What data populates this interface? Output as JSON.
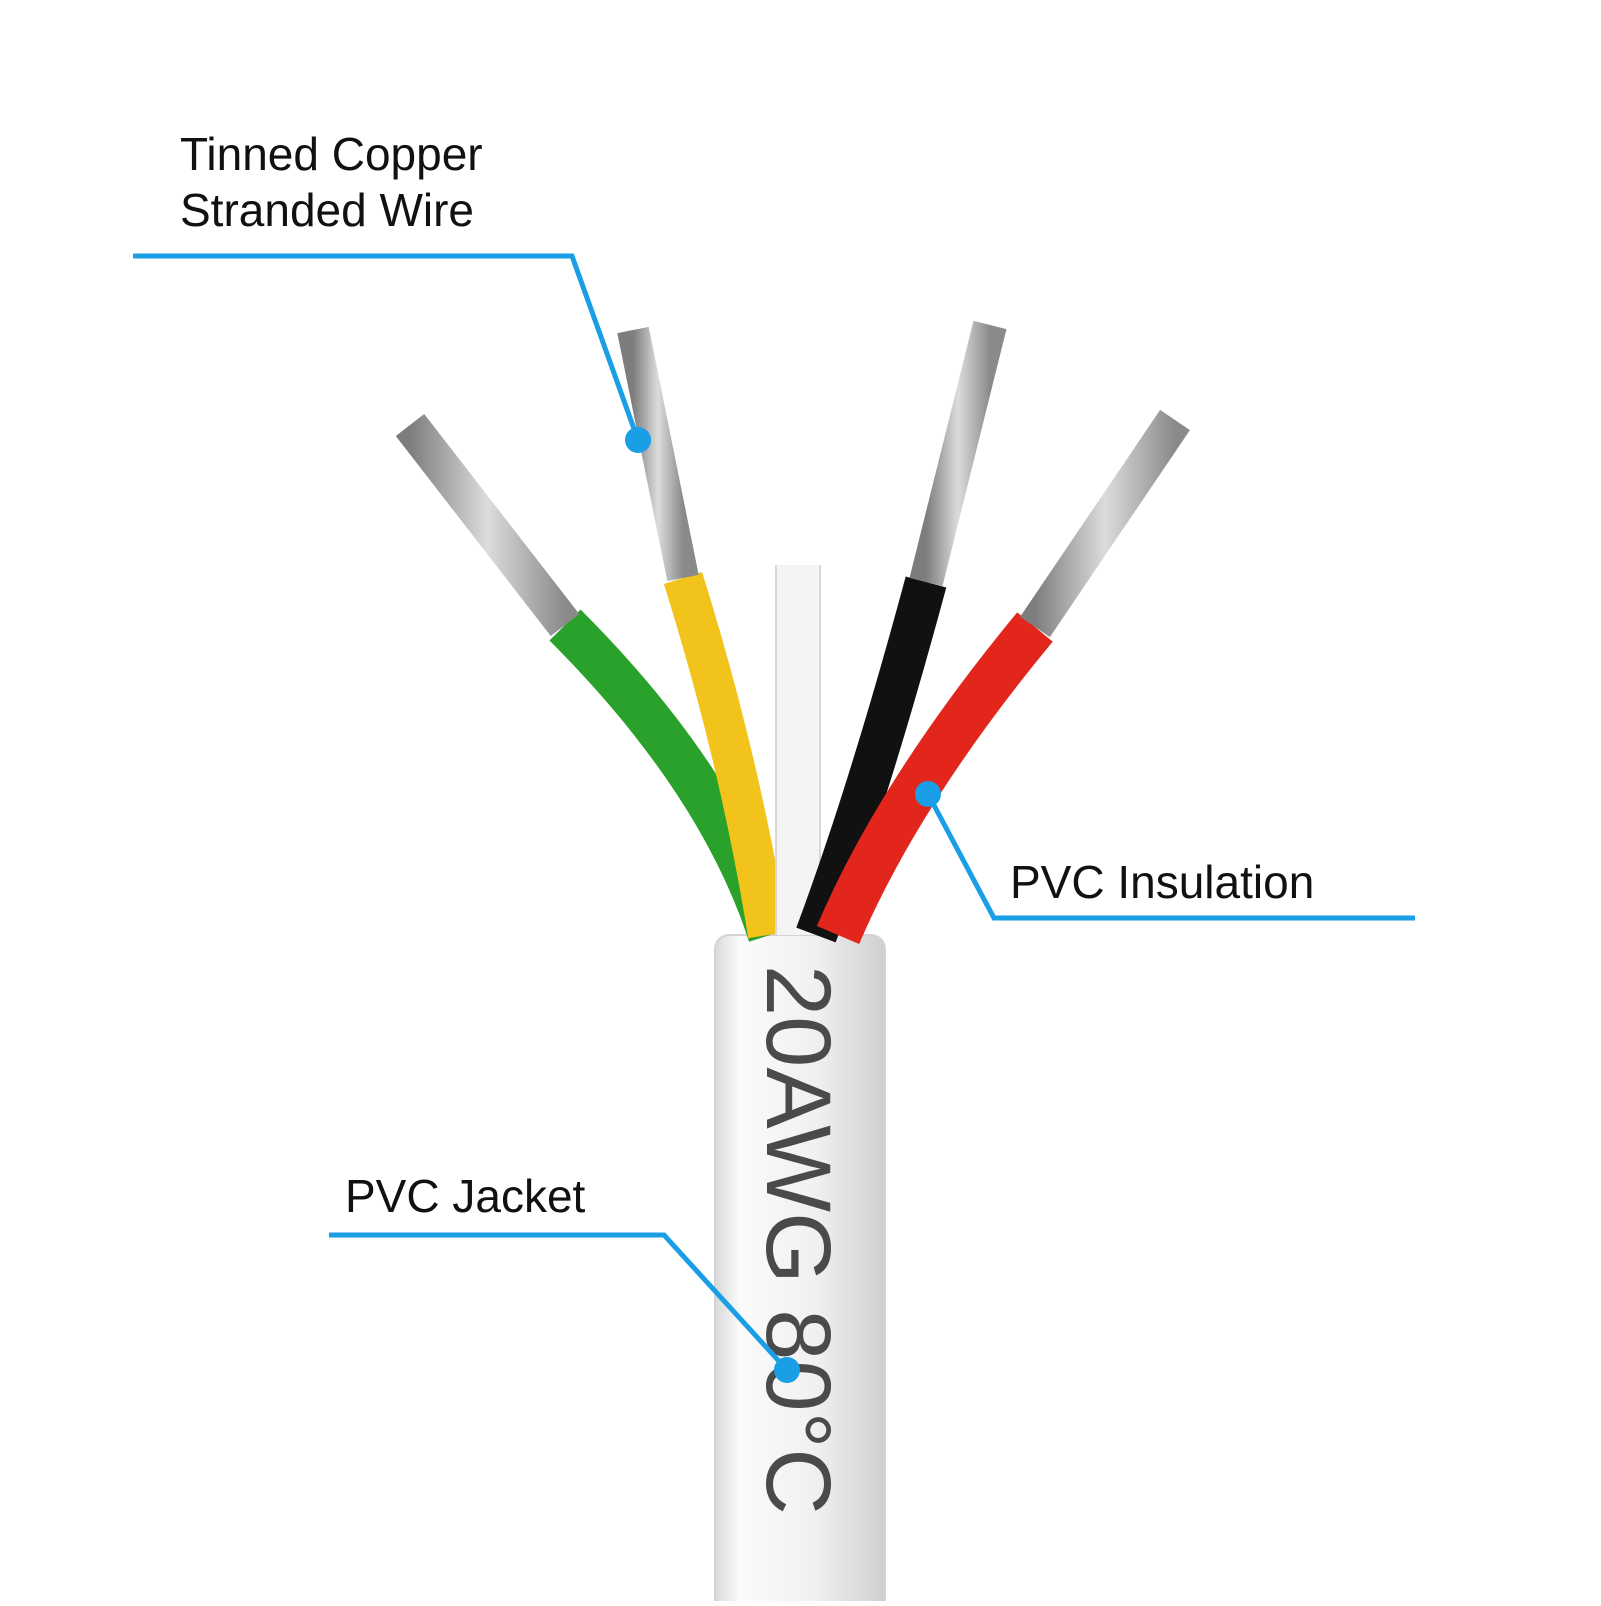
{
  "labels": {
    "copper": {
      "line1": "Tinned Copper",
      "line2": "Stranded Wire"
    },
    "insulation": "PVC Insulation",
    "jacket": "PVC Jacket"
  },
  "jacket_print": "20AWG 80°C",
  "colors": {
    "leader": "#1a9ee6",
    "text": "#111111",
    "jacket": "#f2f2f2",
    "green": "#2aa12a",
    "yellow": "#f2c31b",
    "white": "#f4f4f4",
    "black": "#111111",
    "red": "#e3261c",
    "strand": "#a8a8a8"
  }
}
